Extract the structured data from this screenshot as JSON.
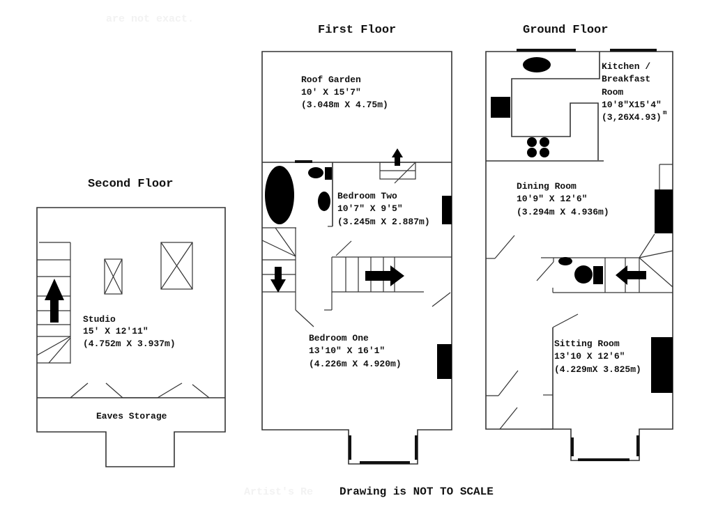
{
  "watermarks": {
    "top": "are not exact.",
    "bottom": "Artist's Re"
  },
  "disclaimer": "Drawing is NOT TO SCALE",
  "floors": {
    "second": {
      "heading": "Second Floor",
      "rooms": {
        "studio": {
          "name": "Studio",
          "imperial": "15' X 12'11\"",
          "metric": "(4.752m X 3.937m)"
        },
        "eaves": {
          "name": "Eaves Storage"
        }
      }
    },
    "first": {
      "heading": "First Floor",
      "rooms": {
        "roof_garden": {
          "name": "Roof Garden",
          "imperial": "10' X 15'7\"",
          "metric": "(3.048m X 4.75m)"
        },
        "bedroom_two": {
          "name": "Bedroom Two",
          "imperial": "10'7\" X 9'5\"",
          "metric": "(3.245m X 2.887m)"
        },
        "bedroom_one": {
          "name": "Bedroom One",
          "imperial": "13'10\" X 16'1\"",
          "metric": "(4.226m X 4.920m)"
        }
      }
    },
    "ground": {
      "heading": "Ground Floor",
      "rooms": {
        "kitchen": {
          "name_line1": "Kitchen /",
          "name_line2": "Breakfast",
          "name_line3": "Room",
          "imperial": "10'8\"X15'4\"",
          "metric": "(3,26X4.93)",
          "metric_unit": "m"
        },
        "dining": {
          "name": "Dining Room",
          "imperial": "10'9\" X 12'6\"",
          "metric": "(3.294m X 4.936m)"
        },
        "sitting": {
          "name": "Sitting Room",
          "imperial": "13'10 X 12'6\"",
          "metric": "(4.229mX 3.825m)"
        }
      }
    }
  }
}
